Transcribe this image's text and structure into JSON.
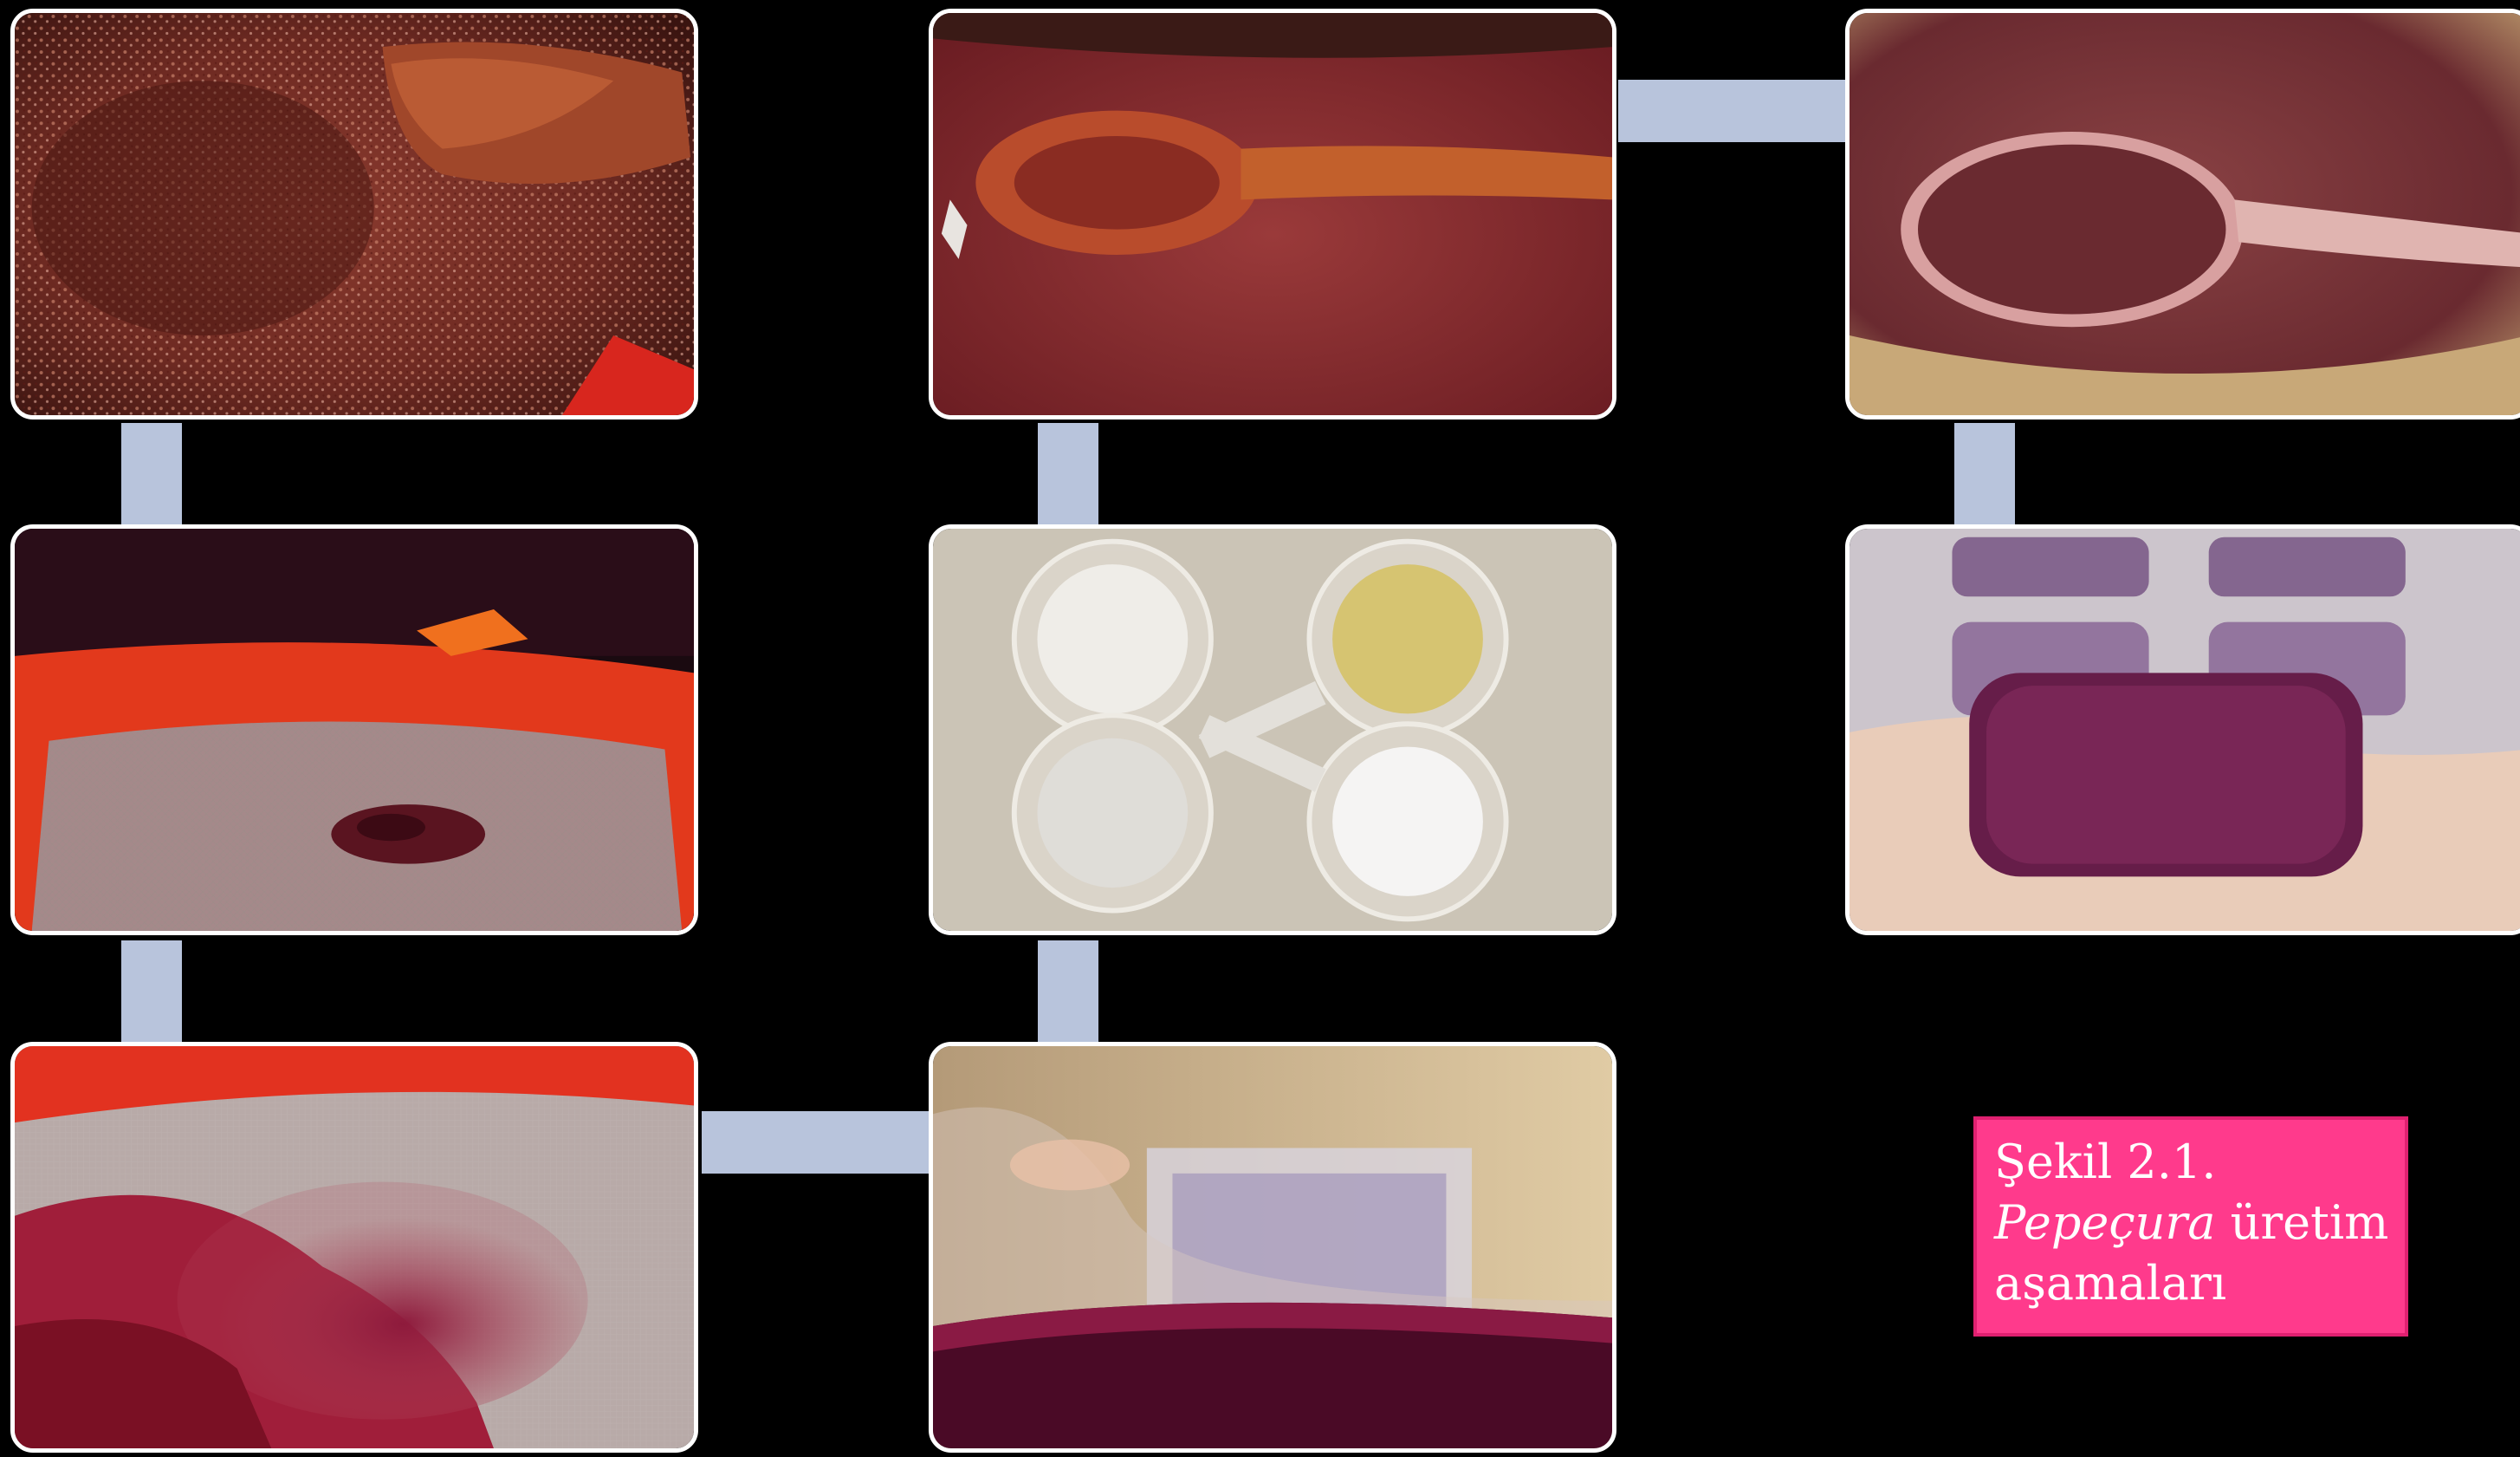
{
  "caption": {
    "line1": "Şekil 2.1.",
    "line2_italic": "Pepeçura",
    "line2_rest": " üretim",
    "line3": "aşamaları"
  },
  "colors": {
    "background": "#000000",
    "connector": "#b8c4dc",
    "photo_border": "#ffffff",
    "caption_bg": "#ff3a8c",
    "caption_text": "#ffffff"
  },
  "photos": [
    {
      "name": "photo-mash-on-sieve"
    },
    {
      "name": "photo-strainer-over-bowl"
    },
    {
      "name": "photo-juice-through-mesh"
    },
    {
      "name": "photo-juice-in-glass"
    },
    {
      "name": "photo-ingredient-bowls"
    },
    {
      "name": "photo-cooking-with-wooden-spoon"
    },
    {
      "name": "photo-thickened-mixture-spoon"
    },
    {
      "name": "photo-set-pudding-cups"
    }
  ]
}
